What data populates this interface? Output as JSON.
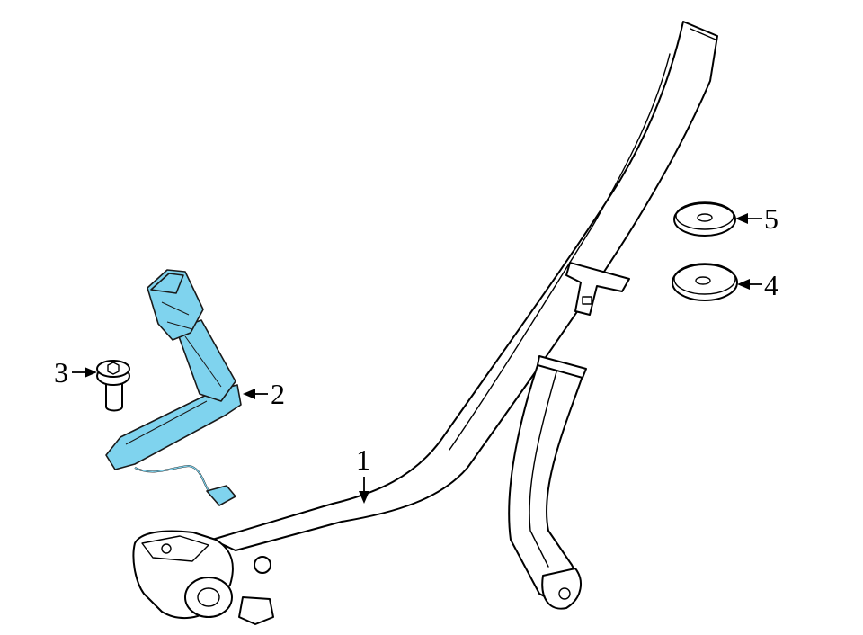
{
  "diagram": {
    "highlight_color": "#7fd3ee",
    "line_color": "#000000",
    "callouts": [
      {
        "id": "1",
        "label": "1"
      },
      {
        "id": "2",
        "label": "2"
      },
      {
        "id": "3",
        "label": "3"
      },
      {
        "id": "4",
        "label": "4"
      },
      {
        "id": "5",
        "label": "5"
      }
    ]
  }
}
